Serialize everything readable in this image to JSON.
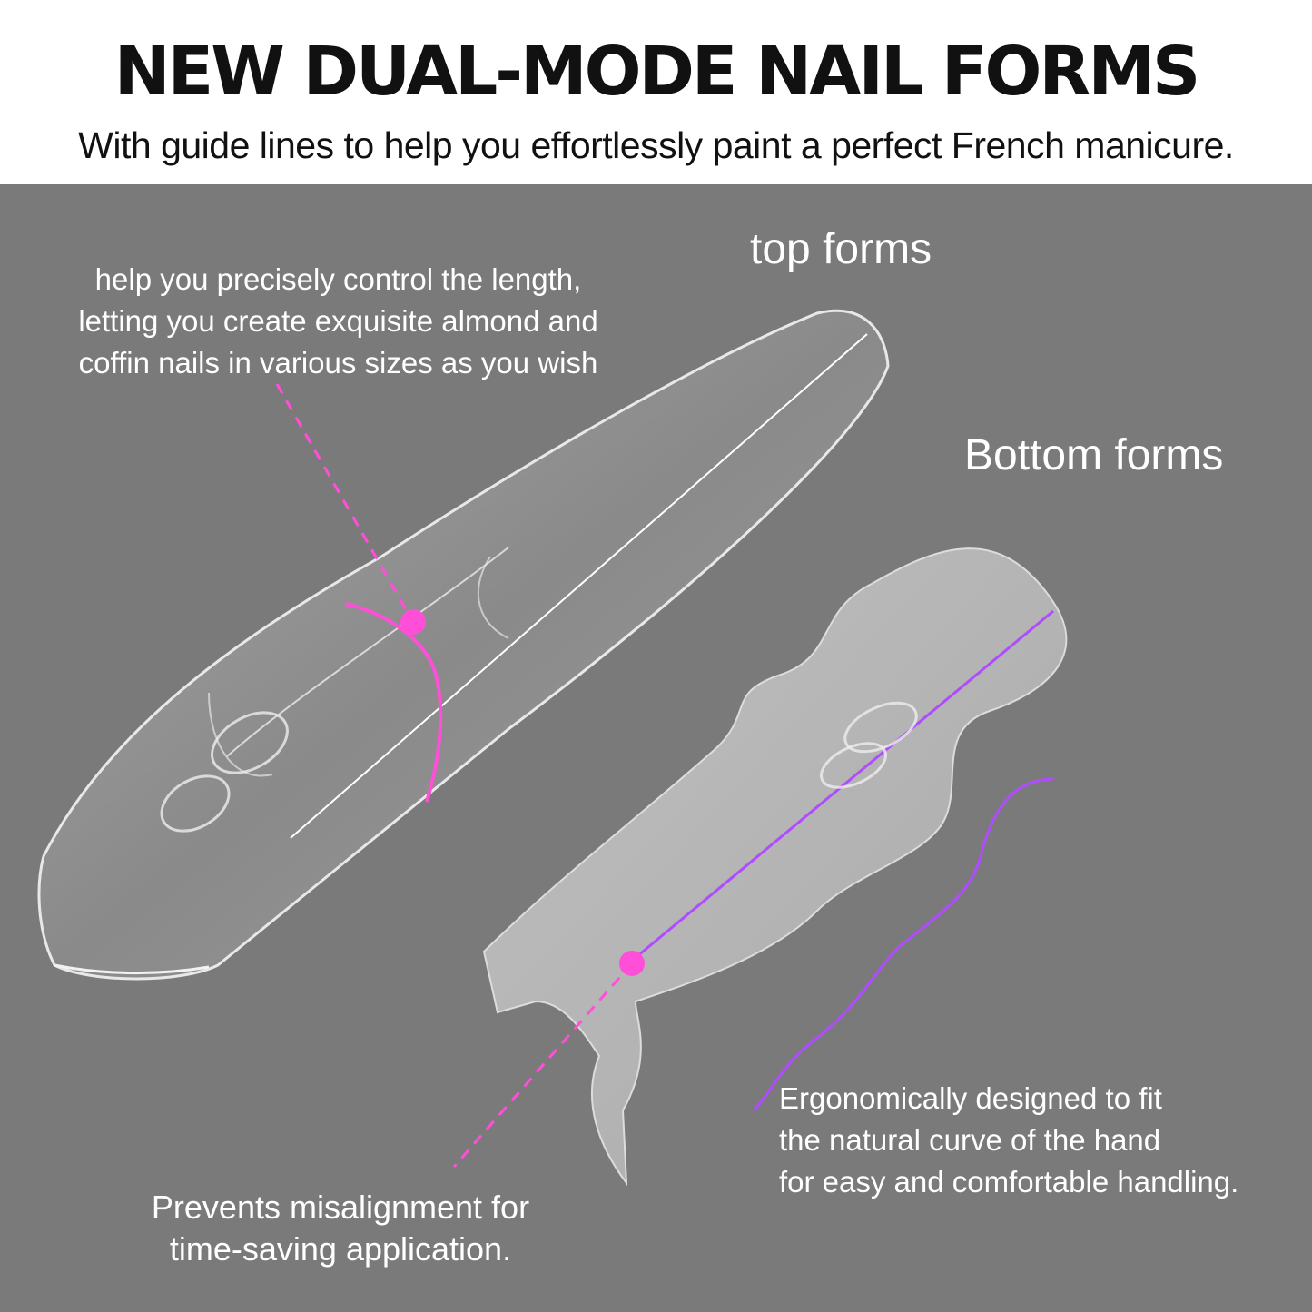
{
  "header": {
    "title": "NEW DUAL-MODE NAIL FORMS",
    "subtitle": "With guide lines to help you effortlessly paint a perfect French manicure."
  },
  "labels": {
    "top_forms": "top forms",
    "bottom_forms": "Bottom forms"
  },
  "notes": {
    "length": [
      "help you precisely control the length,",
      "letting you create exquisite almond and",
      "coffin nails in various sizes as you wish"
    ],
    "alignment": [
      "Prevents misalignment for",
      "time-saving application."
    ],
    "ergonomic": [
      "Ergonomically designed to fit",
      "the natural curve of the hand",
      "for easy and comfortable handling."
    ]
  },
  "colors": {
    "background_panel": "#7a7a7a",
    "accent_pink": "#ff4fd8",
    "accent_purple": "#b04cff"
  }
}
